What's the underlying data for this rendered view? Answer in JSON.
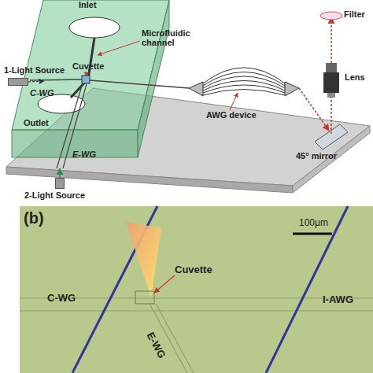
{
  "diagram": {
    "nodes": [
      {
        "text": [
          "1-Light Source"
        ]
      },
      {
        "text": [
          "2-Light Source"
        ]
      }
    ],
    "labels": [
      "Inlet",
      "Microfluidic channel",
      "C-WG",
      "Cuvette",
      "Outlet",
      "AWG device",
      "E-WG",
      "Filter",
      "Lens",
      "45° mirror",
      "(b)",
      "100μm",
      "Cuvette",
      "C-WG",
      "I-AWG",
      "E-WG"
    ]
  }
}
